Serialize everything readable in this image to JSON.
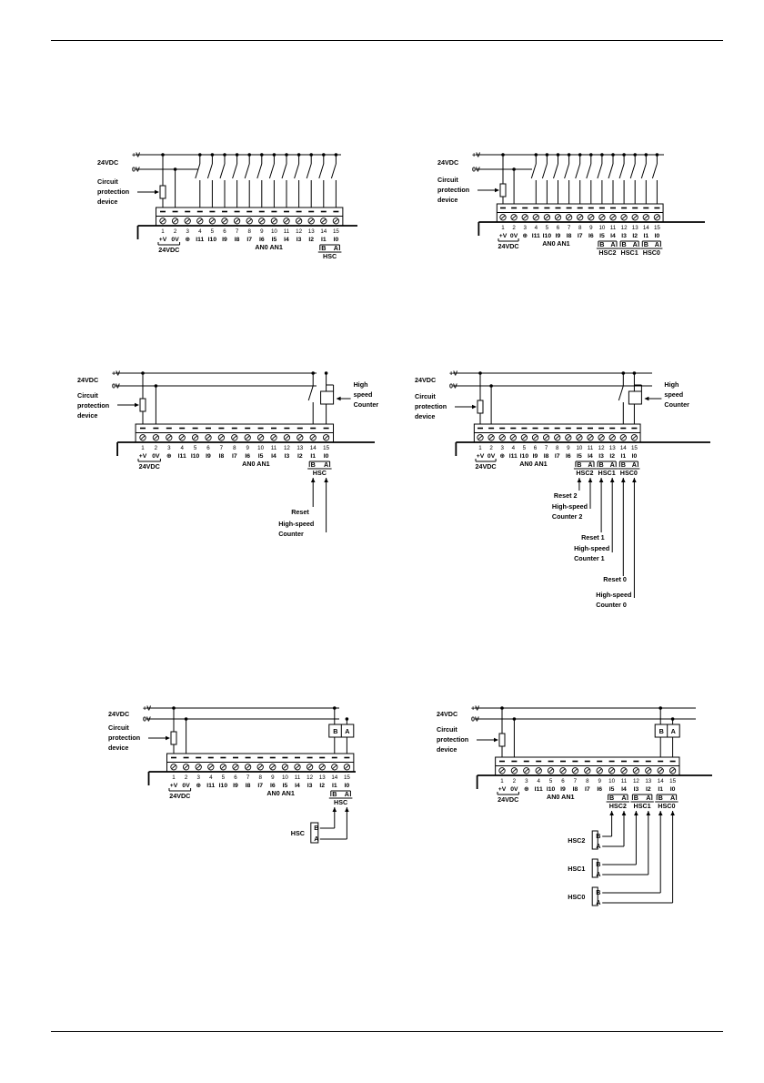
{
  "labels": {
    "plus_v": "+V",
    "zero_v": "0V",
    "supply": "24VDC",
    "circuit_protection": [
      "Circuit",
      "protection",
      "device"
    ],
    "high_speed_counter": [
      "High",
      "speed",
      "Counter"
    ],
    "analog": "AN0 AN1",
    "hsc": "HSC",
    "b": "B",
    "a": "A"
  },
  "terminal_numbers": [
    "1",
    "2",
    "3",
    "4",
    "5",
    "6",
    "7",
    "8",
    "9",
    "10",
    "11",
    "12",
    "13",
    "14",
    "15"
  ],
  "terminal_labels": [
    "+V",
    "0V",
    "⊕",
    "I11",
    "I10",
    "I9",
    "I8",
    "I7",
    "I6",
    "I5",
    "I4",
    "I3",
    "I2",
    "I1",
    "I0"
  ],
  "hsc_groups": [
    "HSC2",
    "HSC1",
    "HSC0"
  ],
  "diagrams": [
    {
      "id": "switch-wiring-single-hsc",
      "variant": "single",
      "mode": "switches"
    },
    {
      "id": "switch-wiring-triple-hsc",
      "variant": "triple",
      "mode": "switches"
    },
    {
      "id": "counter-wiring-single-hsc",
      "variant": "single",
      "mode": "counter",
      "annotations": [
        "Reset",
        "High-speed",
        "Counter"
      ]
    },
    {
      "id": "counter-wiring-triple-hsc",
      "variant": "triple",
      "mode": "counter",
      "annotations": [
        "Reset 2",
        "High-speed",
        "Counter 2",
        "Reset 1",
        "High-speed",
        "Counter 1",
        "Reset 0",
        "High-speed",
        "Counter 0"
      ]
    },
    {
      "id": "encoder-wiring-single-hsc",
      "variant": "single",
      "mode": "encoder",
      "annotations": [
        "HSC",
        "B",
        "A"
      ]
    },
    {
      "id": "encoder-wiring-triple-hsc",
      "variant": "triple",
      "mode": "encoder",
      "annotations": [
        "HSC2",
        "B",
        "A",
        "HSC1",
        "B",
        "A",
        "HSC0",
        "B",
        "A"
      ]
    }
  ]
}
